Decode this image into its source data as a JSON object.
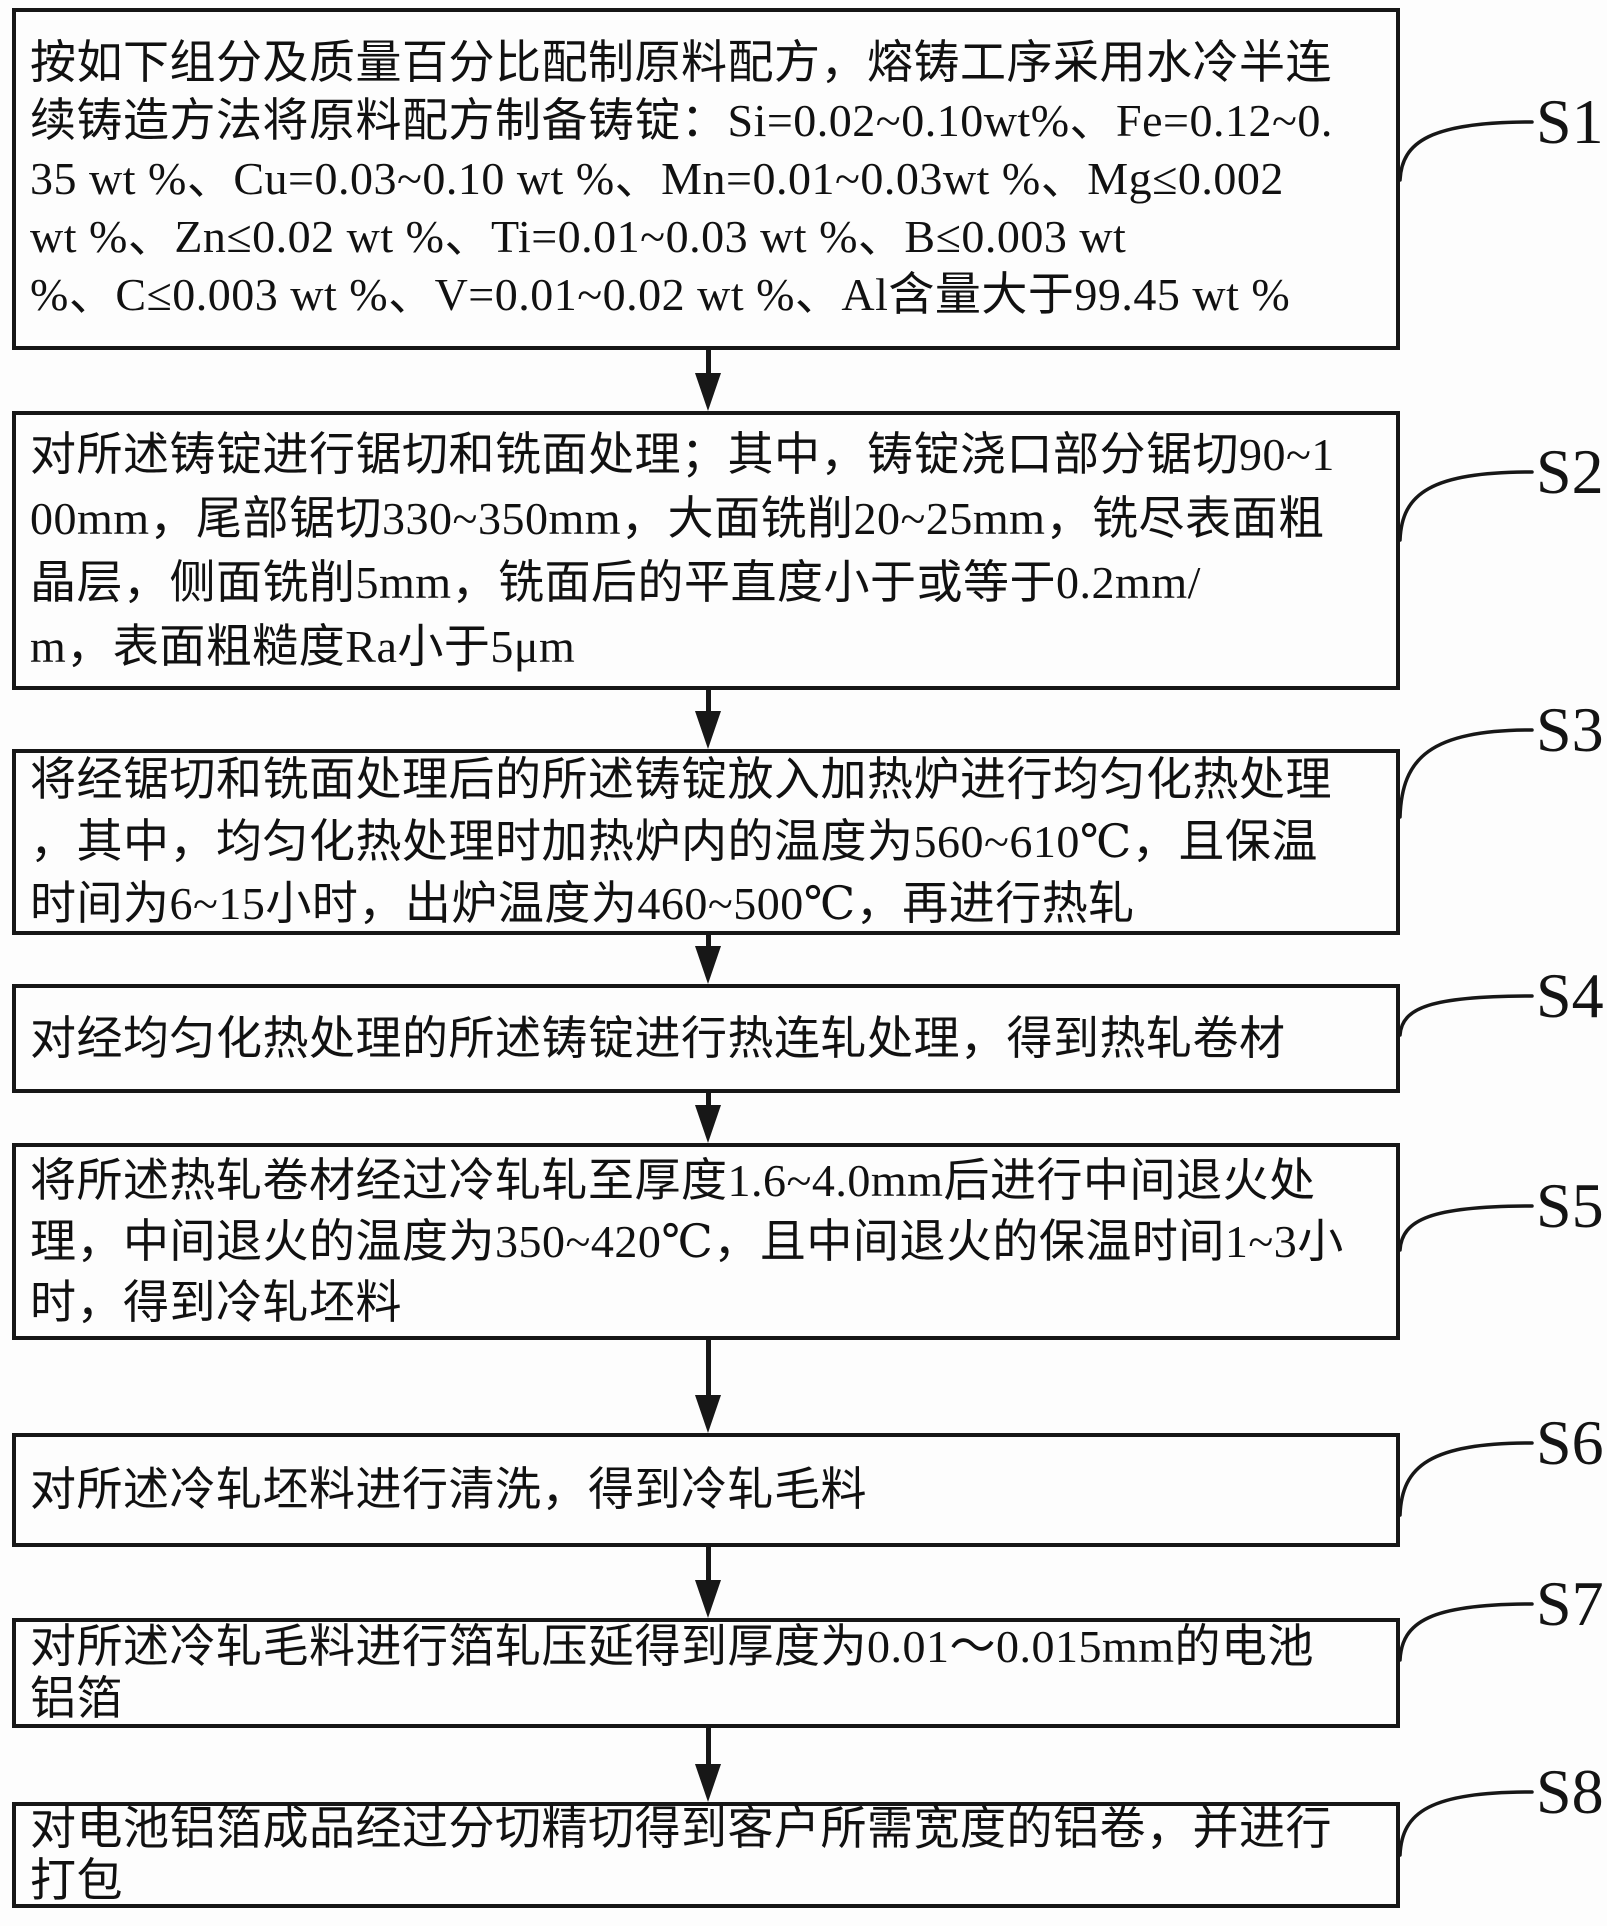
{
  "figure": {
    "kind": "patent-process-flowchart",
    "ink_color": "#171717",
    "paper_color": "#fdfdfd",
    "steps": [
      {
        "label": "S1",
        "lines": [
          "按如下组分及质量百分比配制原料配方，熔铸工序采用水冷半连",
          "续铸造方法将原料配方制备铸锭：Si=0.02~0.10wt%、Fe=0.12~0.",
          "35 wt %、Cu=0.03~0.10 wt %、Mn=0.01~0.03wt %、Mg≤0.002",
          "wt %、Zn≤0.02 wt %、Ti=0.01~0.03 wt %、B≤0.003 wt",
          "%、C≤0.003 wt %、V=0.01~0.02 wt %、Al含量大于99.45 wt %"
        ]
      },
      {
        "label": "S2",
        "lines": [
          "对所述铸锭进行锯切和铣面处理；其中，铸锭浇口部分锯切90~1",
          "00mm，尾部锯切330~350mm，大面铣削20~25mm，铣尽表面粗",
          "晶层，侧面铣削5mm，铣面后的平直度小于或等于0.2mm/",
          "m，表面粗糙度Ra小于5μm"
        ]
      },
      {
        "label": "S3",
        "lines": [
          "将经锯切和铣面处理后的所述铸锭放入加热炉进行均匀化热处理",
          "，其中，均匀化热处理时加热炉内的温度为560~610℃，且保温",
          "时间为6~15小时，出炉温度为460~500℃，再进行热轧"
        ]
      },
      {
        "label": "S4",
        "lines": [
          "对经均匀化热处理的所述铸锭进行热连轧处理，得到热轧卷材"
        ]
      },
      {
        "label": "S5",
        "lines": [
          "将所述热轧卷材经过冷轧轧至厚度1.6~4.0mm后进行中间退火处",
          "理，中间退火的温度为350~420℃，且中间退火的保温时间1~3小",
          "时，得到冷轧坯料"
        ]
      },
      {
        "label": "S6",
        "lines": [
          "对所述冷轧坯料进行清洗，得到冷轧毛料"
        ]
      },
      {
        "label": "S7",
        "lines": [
          "对所述冷轧毛料进行箔轧压延得到厚度为0.01～0.015mm的电池",
          "铝箔"
        ]
      },
      {
        "label": "S8",
        "lines": [
          "对电池铝箔成品经过分切精切得到客户所需宽度的铝卷，并进行",
          "打包"
        ]
      }
    ]
  }
}
